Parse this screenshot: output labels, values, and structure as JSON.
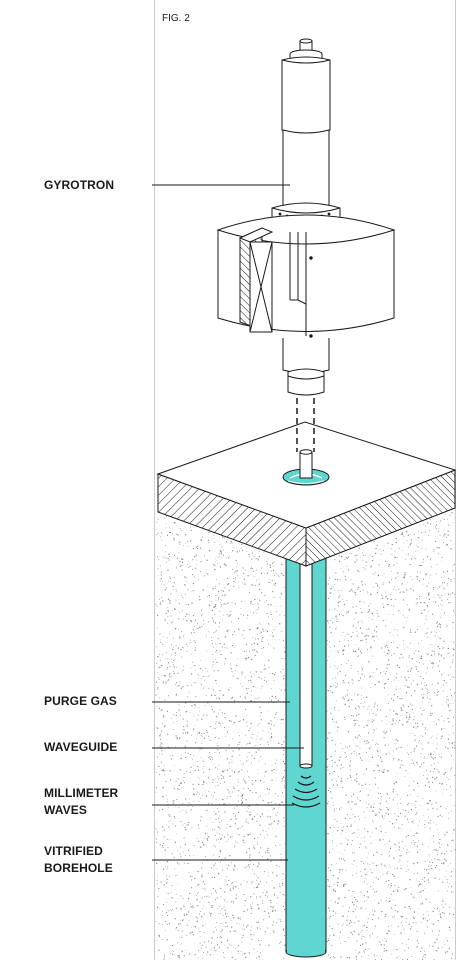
{
  "figure": {
    "caption": "FIG. 2"
  },
  "labels": {
    "gyrotron": "GYROTRON",
    "purge_gas": "PURGE GAS",
    "waveguide": "WAVEGUIDE",
    "millimeter_waves_line1": "MILLIMETER",
    "millimeter_waves_line2": "WAVES",
    "vitrified_borehole_line1": "VITRIFIED",
    "vitrified_borehole_line2": "BOREHOLE"
  },
  "colors": {
    "ink": "#1a1a1a",
    "borehole": "#5fd6cf",
    "ground_dot": "#8a8a8a",
    "paper": "#ffffff"
  }
}
